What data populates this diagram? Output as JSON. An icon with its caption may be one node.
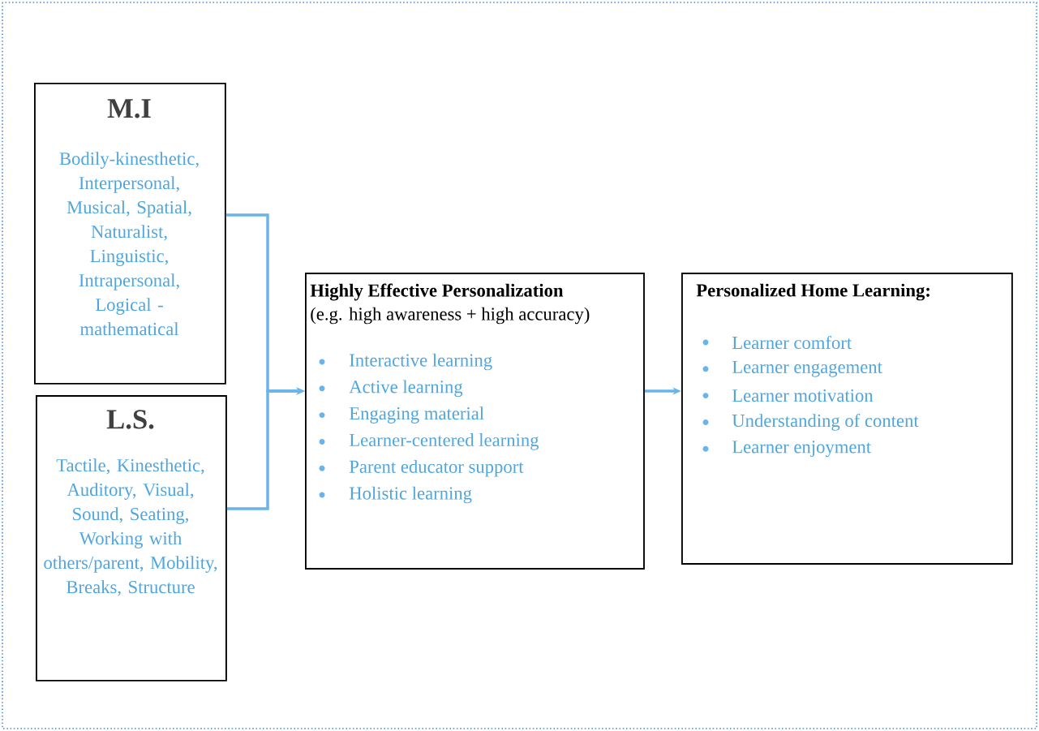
{
  "diagram": {
    "nodes": [
      {
        "text": [
          "M.I",
          "Bodily-kinesthetic, Interpersonal, Musical, Spatial, Naturalist, Linguistic, Intrapersonal, Logical - mathematical"
        ]
      },
      {
        "text": [
          "L.S.",
          "Tactile, Kinesthetic, Auditory, Visual, Sound, Seating, Working with others/parent, Mobility, Breaks, Structure"
        ]
      },
      {
        "text": [
          "Highly Effective Personalization",
          "(e.g. high awareness + high accuracy)",
          "Interactive learning",
          "Active learning",
          "Engaging material",
          "Learner-centered learning",
          "Parent educator support",
          "Holistic learning"
        ]
      },
      {
        "text": [
          "Personalized Home Learning:",
          "Learner comfort",
          "Learner engagement",
          "Learner motivation",
          "Understanding of content",
          "Learner enjoyment"
        ]
      }
    ],
    "edges": [
      {
        "from": 0,
        "to": 2,
        "arrow": "to"
      },
      {
        "from": 1,
        "to": 2,
        "arrow": "to"
      },
      {
        "from": 2,
        "to": 3,
        "arrow": "to"
      }
    ]
  }
}
